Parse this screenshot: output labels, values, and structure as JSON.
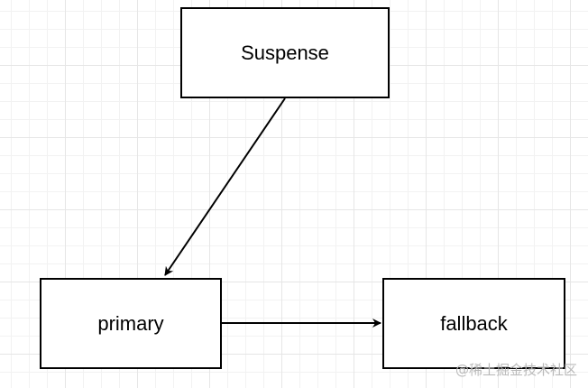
{
  "diagram": {
    "nodes": [
      {
        "id": "suspense",
        "label": "Suspense"
      },
      {
        "id": "primary",
        "label": "primary"
      },
      {
        "id": "fallback",
        "label": "fallback"
      }
    ],
    "edges": [
      {
        "from": "suspense",
        "to": "primary"
      },
      {
        "from": "primary",
        "to": "fallback"
      }
    ],
    "colors": {
      "stroke": "#000000",
      "background": "#ffffff",
      "grid": "#e6e6e6"
    }
  },
  "watermark": "@稀土掘金技术社区"
}
